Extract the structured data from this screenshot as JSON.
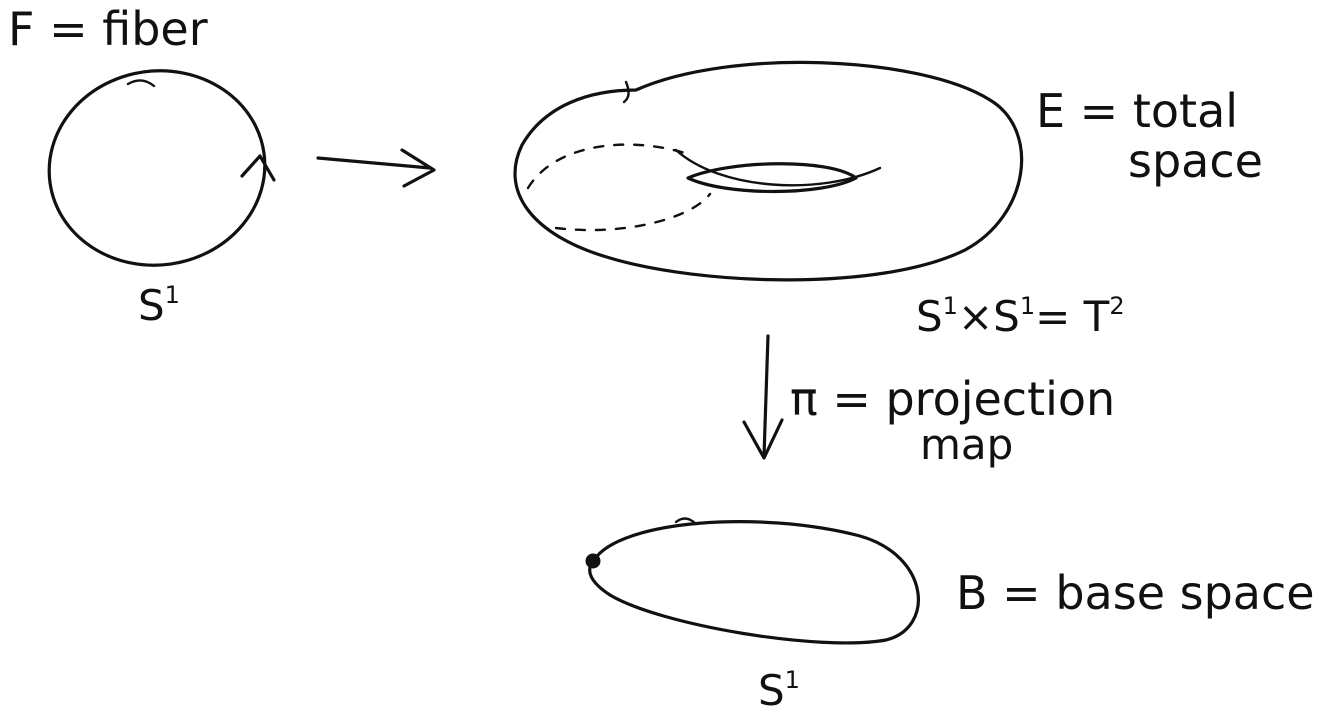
{
  "fiber": {
    "label": "F = fiber",
    "space": "S",
    "space_sup": "1"
  },
  "total": {
    "label_line1": "E = total",
    "label_line2": "space",
    "product_a": "S",
    "product_a_sup": "1",
    "times": "×",
    "product_b": "S",
    "product_b_sup": "1",
    "equals": "= T",
    "equals_sup": "2"
  },
  "projection": {
    "line1": "π = projection",
    "line2": "map"
  },
  "base": {
    "label": "B = base space",
    "space": "S",
    "space_sup": "1"
  }
}
